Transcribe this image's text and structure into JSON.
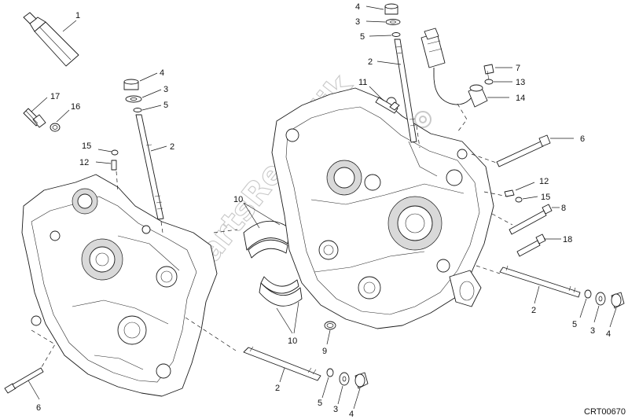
{
  "diagram": {
    "drawing_code": "CRT00670",
    "watermark": "PartsRepublik",
    "callouts": [
      {
        "id": "c-1-tube",
        "text": "1"
      },
      {
        "id": "c-17",
        "text": "17"
      },
      {
        "id": "c-16",
        "text": "16"
      },
      {
        "id": "c-15-left",
        "text": "15"
      },
      {
        "id": "c-12-left",
        "text": "12"
      },
      {
        "id": "c-4-left-top",
        "text": "4"
      },
      {
        "id": "c-3-left-top",
        "text": "3"
      },
      {
        "id": "c-5-left-top",
        "text": "5"
      },
      {
        "id": "c-2-left-top",
        "text": "2"
      },
      {
        "id": "c-10-top",
        "text": "10"
      },
      {
        "id": "c-10-bottom",
        "text": "10"
      },
      {
        "id": "c-6-left",
        "text": "6"
      },
      {
        "id": "c-2-bottom",
        "text": "2"
      },
      {
        "id": "c-5-bottom",
        "text": "5"
      },
      {
        "id": "c-3-bottom",
        "text": "3"
      },
      {
        "id": "c-4-bottom",
        "text": "4"
      },
      {
        "id": "c-9",
        "text": "9"
      },
      {
        "id": "c-4-right-top",
        "text": "4"
      },
      {
        "id": "c-3-right-top",
        "text": "3"
      },
      {
        "id": "c-5-right-top",
        "text": "5"
      },
      {
        "id": "c-2-right-top",
        "text": "2"
      },
      {
        "id": "c-11",
        "text": "11"
      },
      {
        "id": "c-7",
        "text": "7"
      },
      {
        "id": "c-13",
        "text": "13"
      },
      {
        "id": "c-14",
        "text": "14"
      },
      {
        "id": "c-6-right",
        "text": "6"
      },
      {
        "id": "c-12-right",
        "text": "12"
      },
      {
        "id": "c-15-right",
        "text": "15"
      },
      {
        "id": "c-8",
        "text": "8"
      },
      {
        "id": "c-18",
        "text": "18"
      },
      {
        "id": "c-2-right",
        "text": "2"
      },
      {
        "id": "c-5-right",
        "text": "5"
      },
      {
        "id": "c-3-right",
        "text": "3"
      },
      {
        "id": "c-4-right",
        "text": "4"
      }
    ]
  }
}
